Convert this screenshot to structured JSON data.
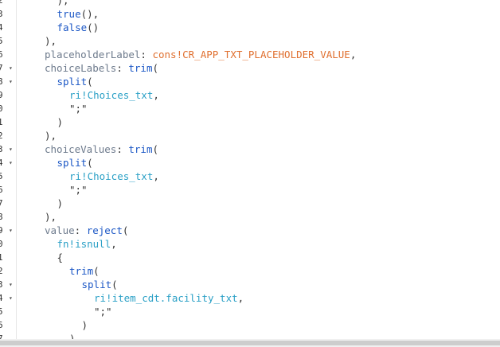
{
  "line_numbers": [
    "2",
    "3",
    "4",
    "5",
    "6",
    "7",
    "8",
    "9",
    "0",
    "1",
    "2",
    "3",
    "4",
    "5",
    "6",
    "7",
    "8",
    "9",
    "0",
    "1",
    "2",
    "3",
    "4",
    "5",
    "6",
    "7"
  ],
  "folds": [
    false,
    false,
    false,
    false,
    false,
    true,
    true,
    false,
    false,
    false,
    false,
    true,
    true,
    false,
    false,
    false,
    false,
    true,
    false,
    false,
    false,
    true,
    true,
    false,
    false,
    false
  ],
  "fold_glyph": "▾",
  "lines": [
    {
      "indent": 1,
      "tokens": [
        [
          "punct",
          "),"
        ]
      ]
    },
    {
      "indent": 1,
      "tokens": [
        [
          "fn",
          "true"
        ],
        [
          "punct",
          "(),"
        ]
      ]
    },
    {
      "indent": 1,
      "tokens": [
        [
          "fn",
          "false"
        ],
        [
          "punct",
          "()"
        ]
      ]
    },
    {
      "indent": 0,
      "tokens": [
        [
          "punct",
          "),"
        ]
      ]
    },
    {
      "indent": 0,
      "tokens": [
        [
          "field",
          "placeholderLabel"
        ],
        [
          "punct",
          ": "
        ],
        [
          "const",
          "cons!CR_APP_TXT_PLACEHOLDER_VALUE"
        ],
        [
          "punct",
          ","
        ]
      ]
    },
    {
      "indent": 0,
      "tokens": [
        [
          "field",
          "choiceLabels"
        ],
        [
          "punct",
          ": "
        ],
        [
          "fn",
          "trim"
        ],
        [
          "punct",
          "("
        ]
      ]
    },
    {
      "indent": 1,
      "tokens": [
        [
          "fn",
          "split"
        ],
        [
          "punct",
          "("
        ]
      ]
    },
    {
      "indent": 2,
      "tokens": [
        [
          "rule",
          "ri!Choices_txt"
        ],
        [
          "punct",
          ","
        ]
      ]
    },
    {
      "indent": 2,
      "tokens": [
        [
          "str",
          "\";\""
        ]
      ]
    },
    {
      "indent": 1,
      "tokens": [
        [
          "punct",
          ")"
        ]
      ]
    },
    {
      "indent": 0,
      "tokens": [
        [
          "punct",
          "),"
        ]
      ]
    },
    {
      "indent": 0,
      "tokens": [
        [
          "field",
          "choiceValues"
        ],
        [
          "punct",
          ": "
        ],
        [
          "fn",
          "trim"
        ],
        [
          "punct",
          "("
        ]
      ]
    },
    {
      "indent": 1,
      "tokens": [
        [
          "fn",
          "split"
        ],
        [
          "punct",
          "("
        ]
      ]
    },
    {
      "indent": 2,
      "tokens": [
        [
          "rule",
          "ri!Choices_txt"
        ],
        [
          "punct",
          ","
        ]
      ]
    },
    {
      "indent": 2,
      "tokens": [
        [
          "str",
          "\";\""
        ]
      ]
    },
    {
      "indent": 1,
      "tokens": [
        [
          "punct",
          ")"
        ]
      ]
    },
    {
      "indent": 0,
      "tokens": [
        [
          "punct",
          "),"
        ]
      ]
    },
    {
      "indent": 0,
      "tokens": [
        [
          "field",
          "value"
        ],
        [
          "punct",
          ": "
        ],
        [
          "fn",
          "reject"
        ],
        [
          "punct",
          "("
        ]
      ]
    },
    {
      "indent": 1,
      "tokens": [
        [
          "rule",
          "fn!isnull"
        ],
        [
          "punct",
          ","
        ]
      ]
    },
    {
      "indent": 1,
      "tokens": [
        [
          "punct",
          "{"
        ]
      ]
    },
    {
      "indent": 2,
      "tokens": [
        [
          "fn",
          "trim"
        ],
        [
          "punct",
          "("
        ]
      ]
    },
    {
      "indent": 3,
      "tokens": [
        [
          "fn",
          "split"
        ],
        [
          "punct",
          "("
        ]
      ]
    },
    {
      "indent": 4,
      "tokens": [
        [
          "rule",
          "ri!item_cdt.facility_txt"
        ],
        [
          "punct",
          ","
        ]
      ]
    },
    {
      "indent": 4,
      "tokens": [
        [
          "str",
          "\";\""
        ]
      ]
    },
    {
      "indent": 3,
      "tokens": [
        [
          "punct",
          ")"
        ]
      ]
    },
    {
      "indent": 2,
      "tokens": [
        [
          "punct",
          ")"
        ]
      ]
    }
  ]
}
